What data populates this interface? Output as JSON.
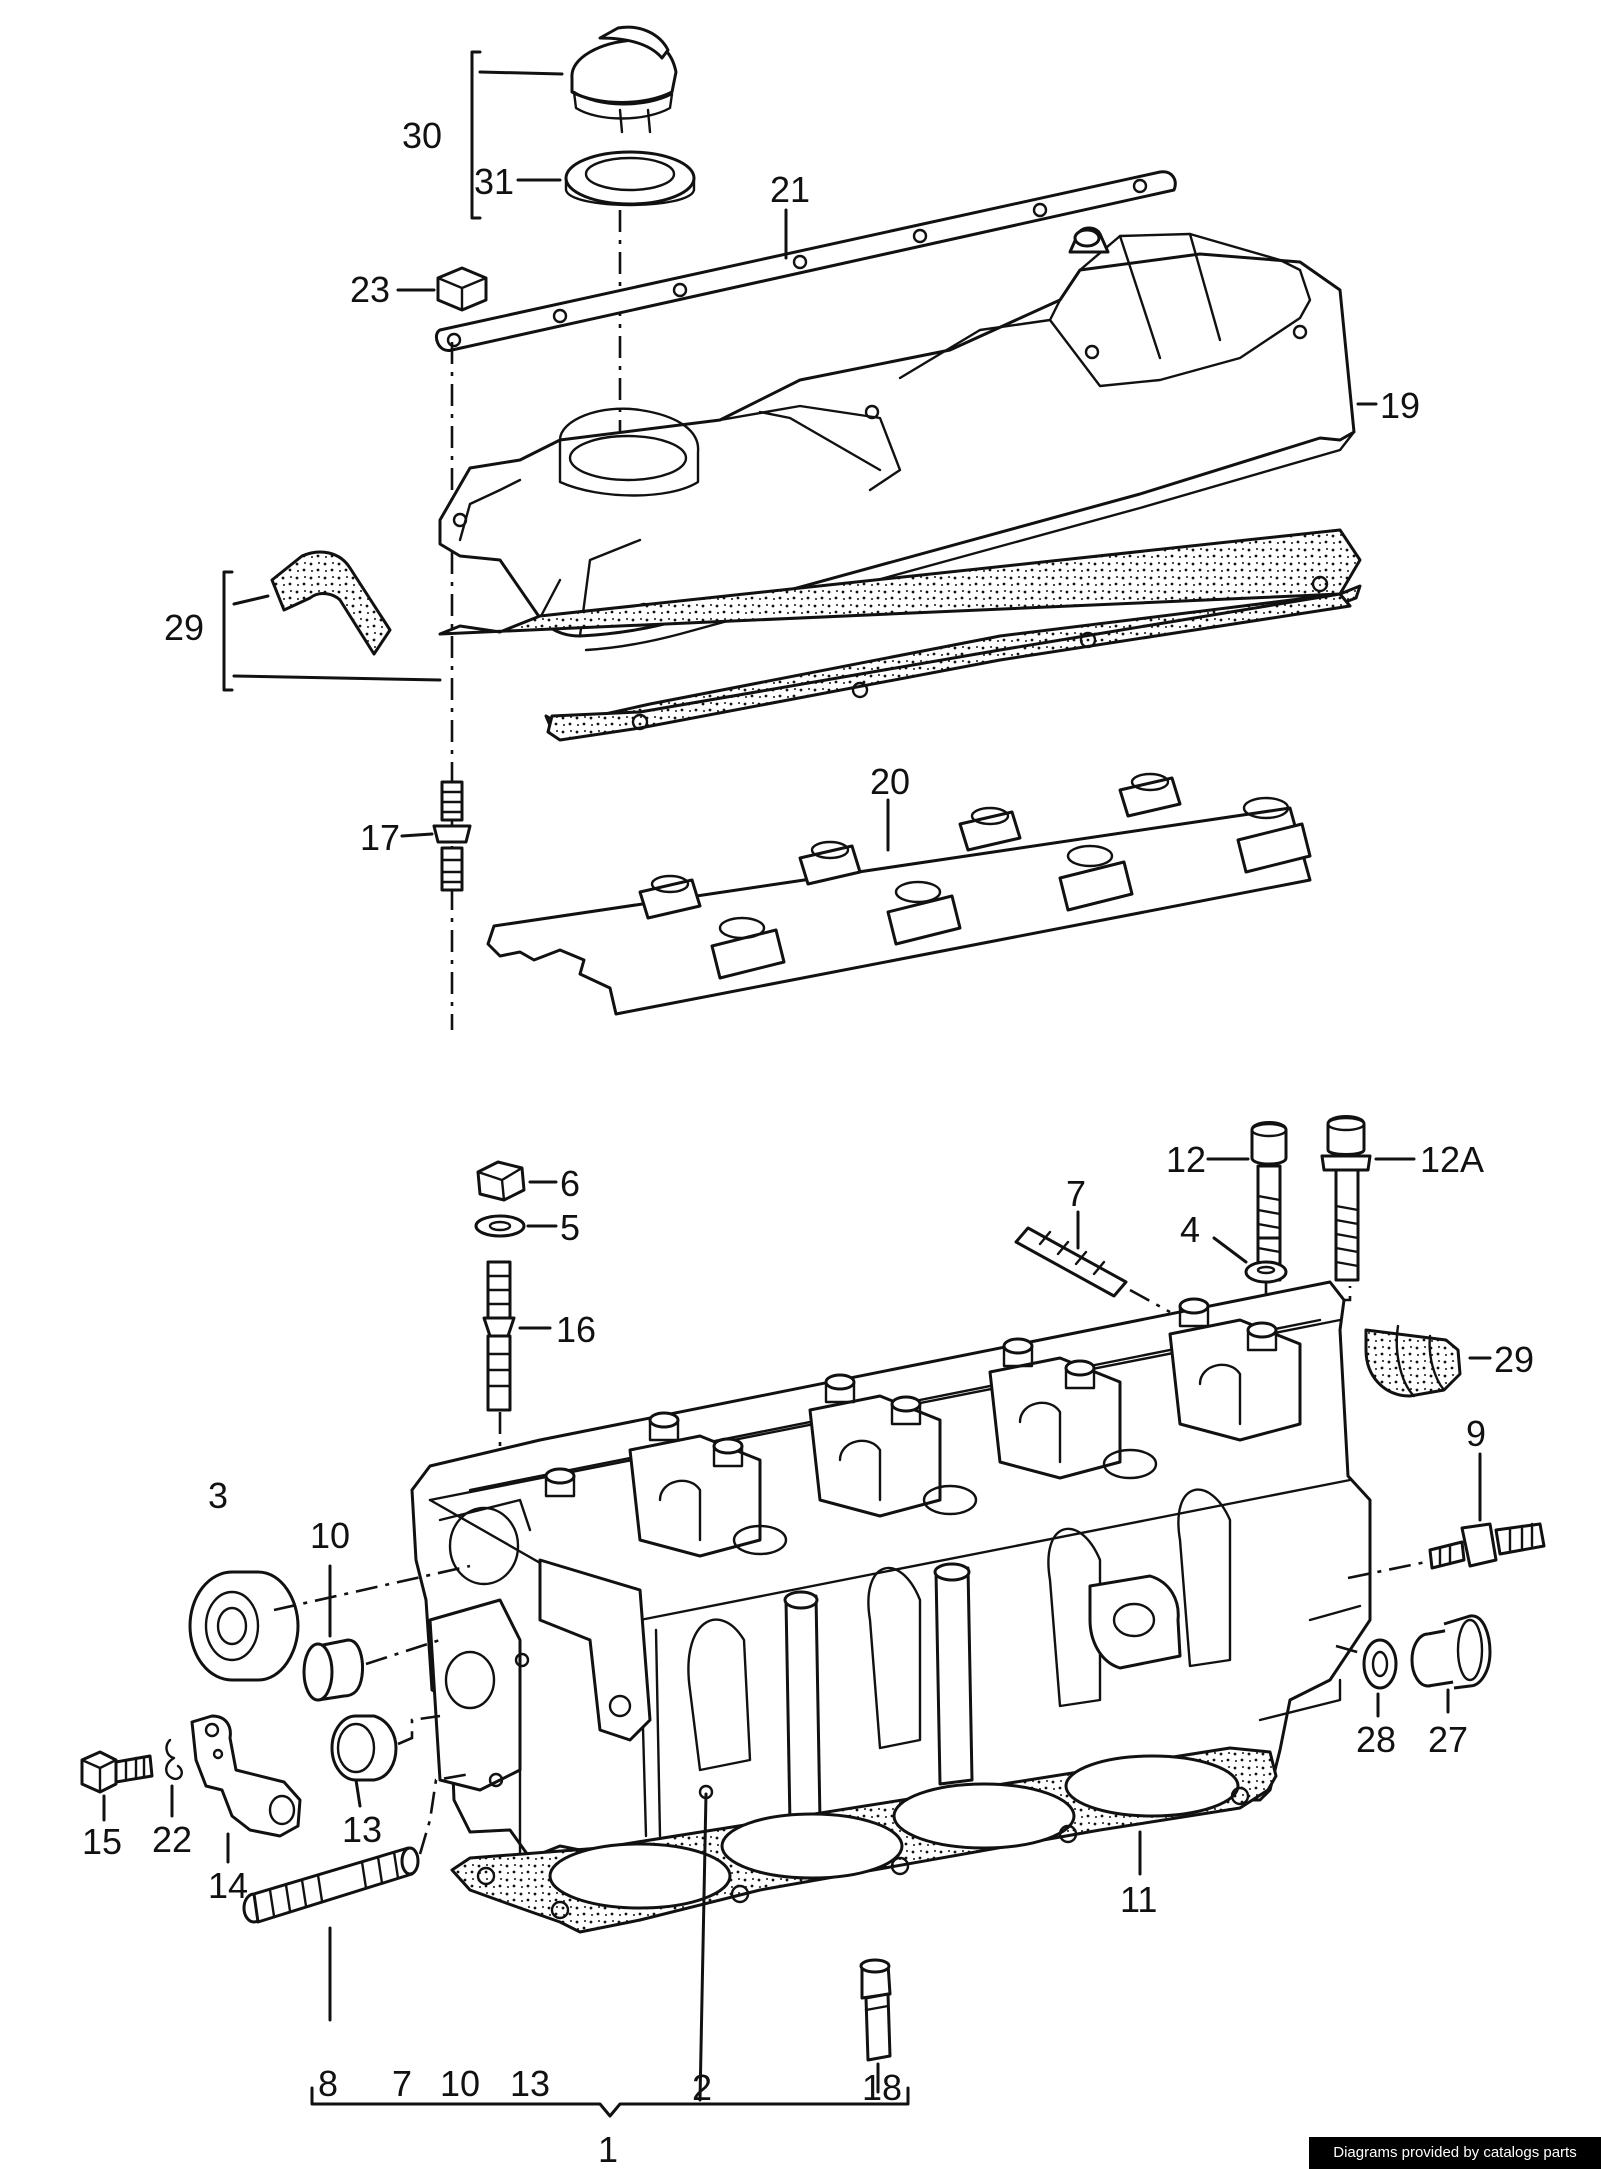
{
  "labels": {
    "l30": "30",
    "l31": "31",
    "l21": "21",
    "l23": "23",
    "l19": "19",
    "l29a": "29",
    "l17": "17",
    "l20": "20",
    "l12": "12",
    "l12a": "12A",
    "l7a": "7",
    "l6": "6",
    "l5": "5",
    "l4": "4",
    "l16": "16",
    "l29b": "29",
    "l3": "3",
    "l10a": "10",
    "l9": "9",
    "l28": "28",
    "l27": "27",
    "l15": "15",
    "l22": "22",
    "l14": "14",
    "l13a": "13",
    "l11": "11",
    "l18": "18",
    "l2": "2",
    "b8": "8",
    "b7": "7",
    "b10": "10",
    "b13": "13",
    "b2": "2",
    "b18": "18",
    "b1": "1"
  },
  "credit": "Diagrams provided by catalogs parts"
}
